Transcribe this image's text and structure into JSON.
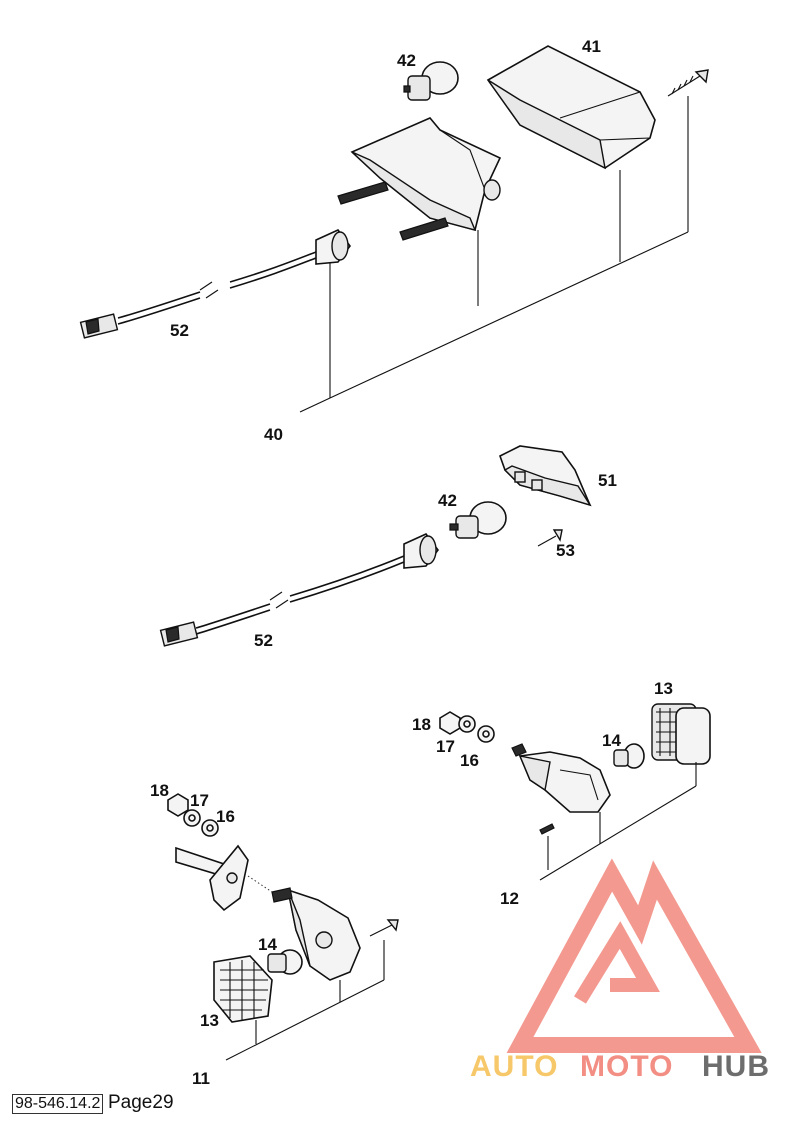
{
  "diagram": {
    "callouts": {
      "n41": "41",
      "n42a": "42",
      "n52a": "52",
      "n40": "40",
      "n51": "51",
      "n42b": "42",
      "n53": "53",
      "n52b": "52",
      "n13a": "13",
      "n18a": "18",
      "n17a": "17",
      "n16a": "16",
      "n14a": "14",
      "n12": "12",
      "n18b": "18",
      "n17b": "17",
      "n16b": "16",
      "n14b": "14",
      "n13b": "13",
      "n11": "11"
    }
  },
  "watermark": {
    "auto": "AUTO",
    "moto": "MOTO",
    "hub": "HUB",
    "colors": {
      "triangle": "#f28e83",
      "auto": "#f7c86a",
      "moto": "#f28e83",
      "hub": "#6d6d6d"
    }
  },
  "footer": {
    "doc_code": "98-546.14.2",
    "page_label": "Page29"
  }
}
